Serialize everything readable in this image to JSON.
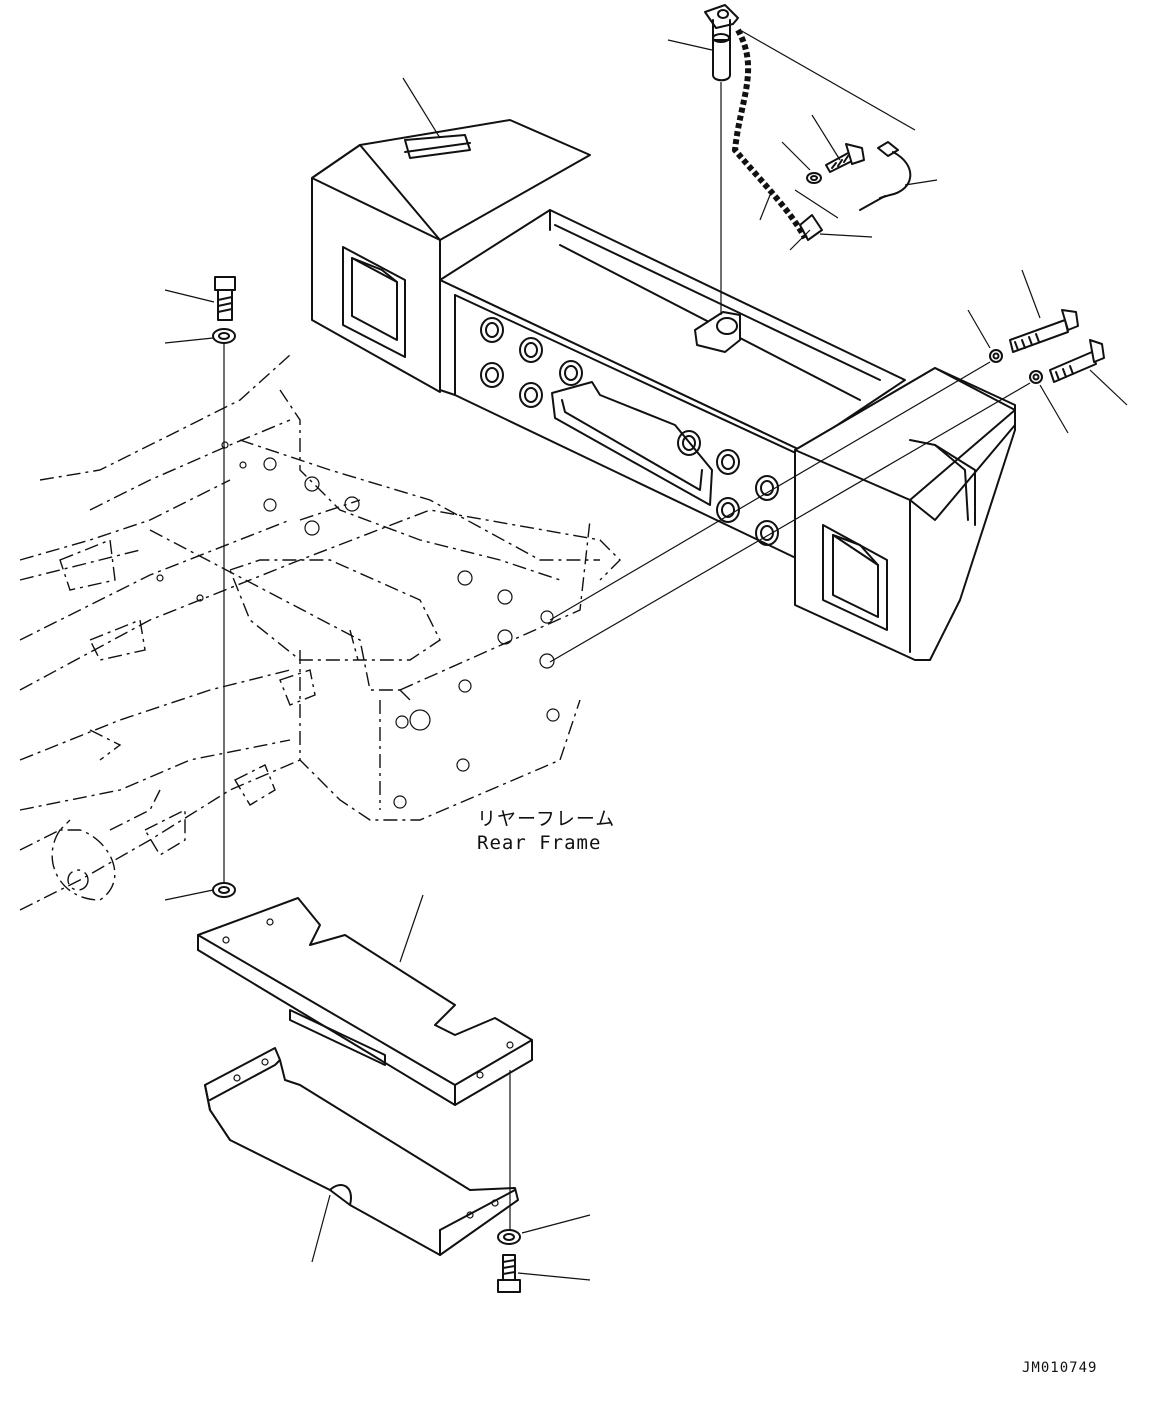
{
  "diagram": {
    "frame_label_jp": "リヤーフレーム",
    "frame_label_en": "Rear Frame",
    "drawing_code": "JM010749"
  }
}
